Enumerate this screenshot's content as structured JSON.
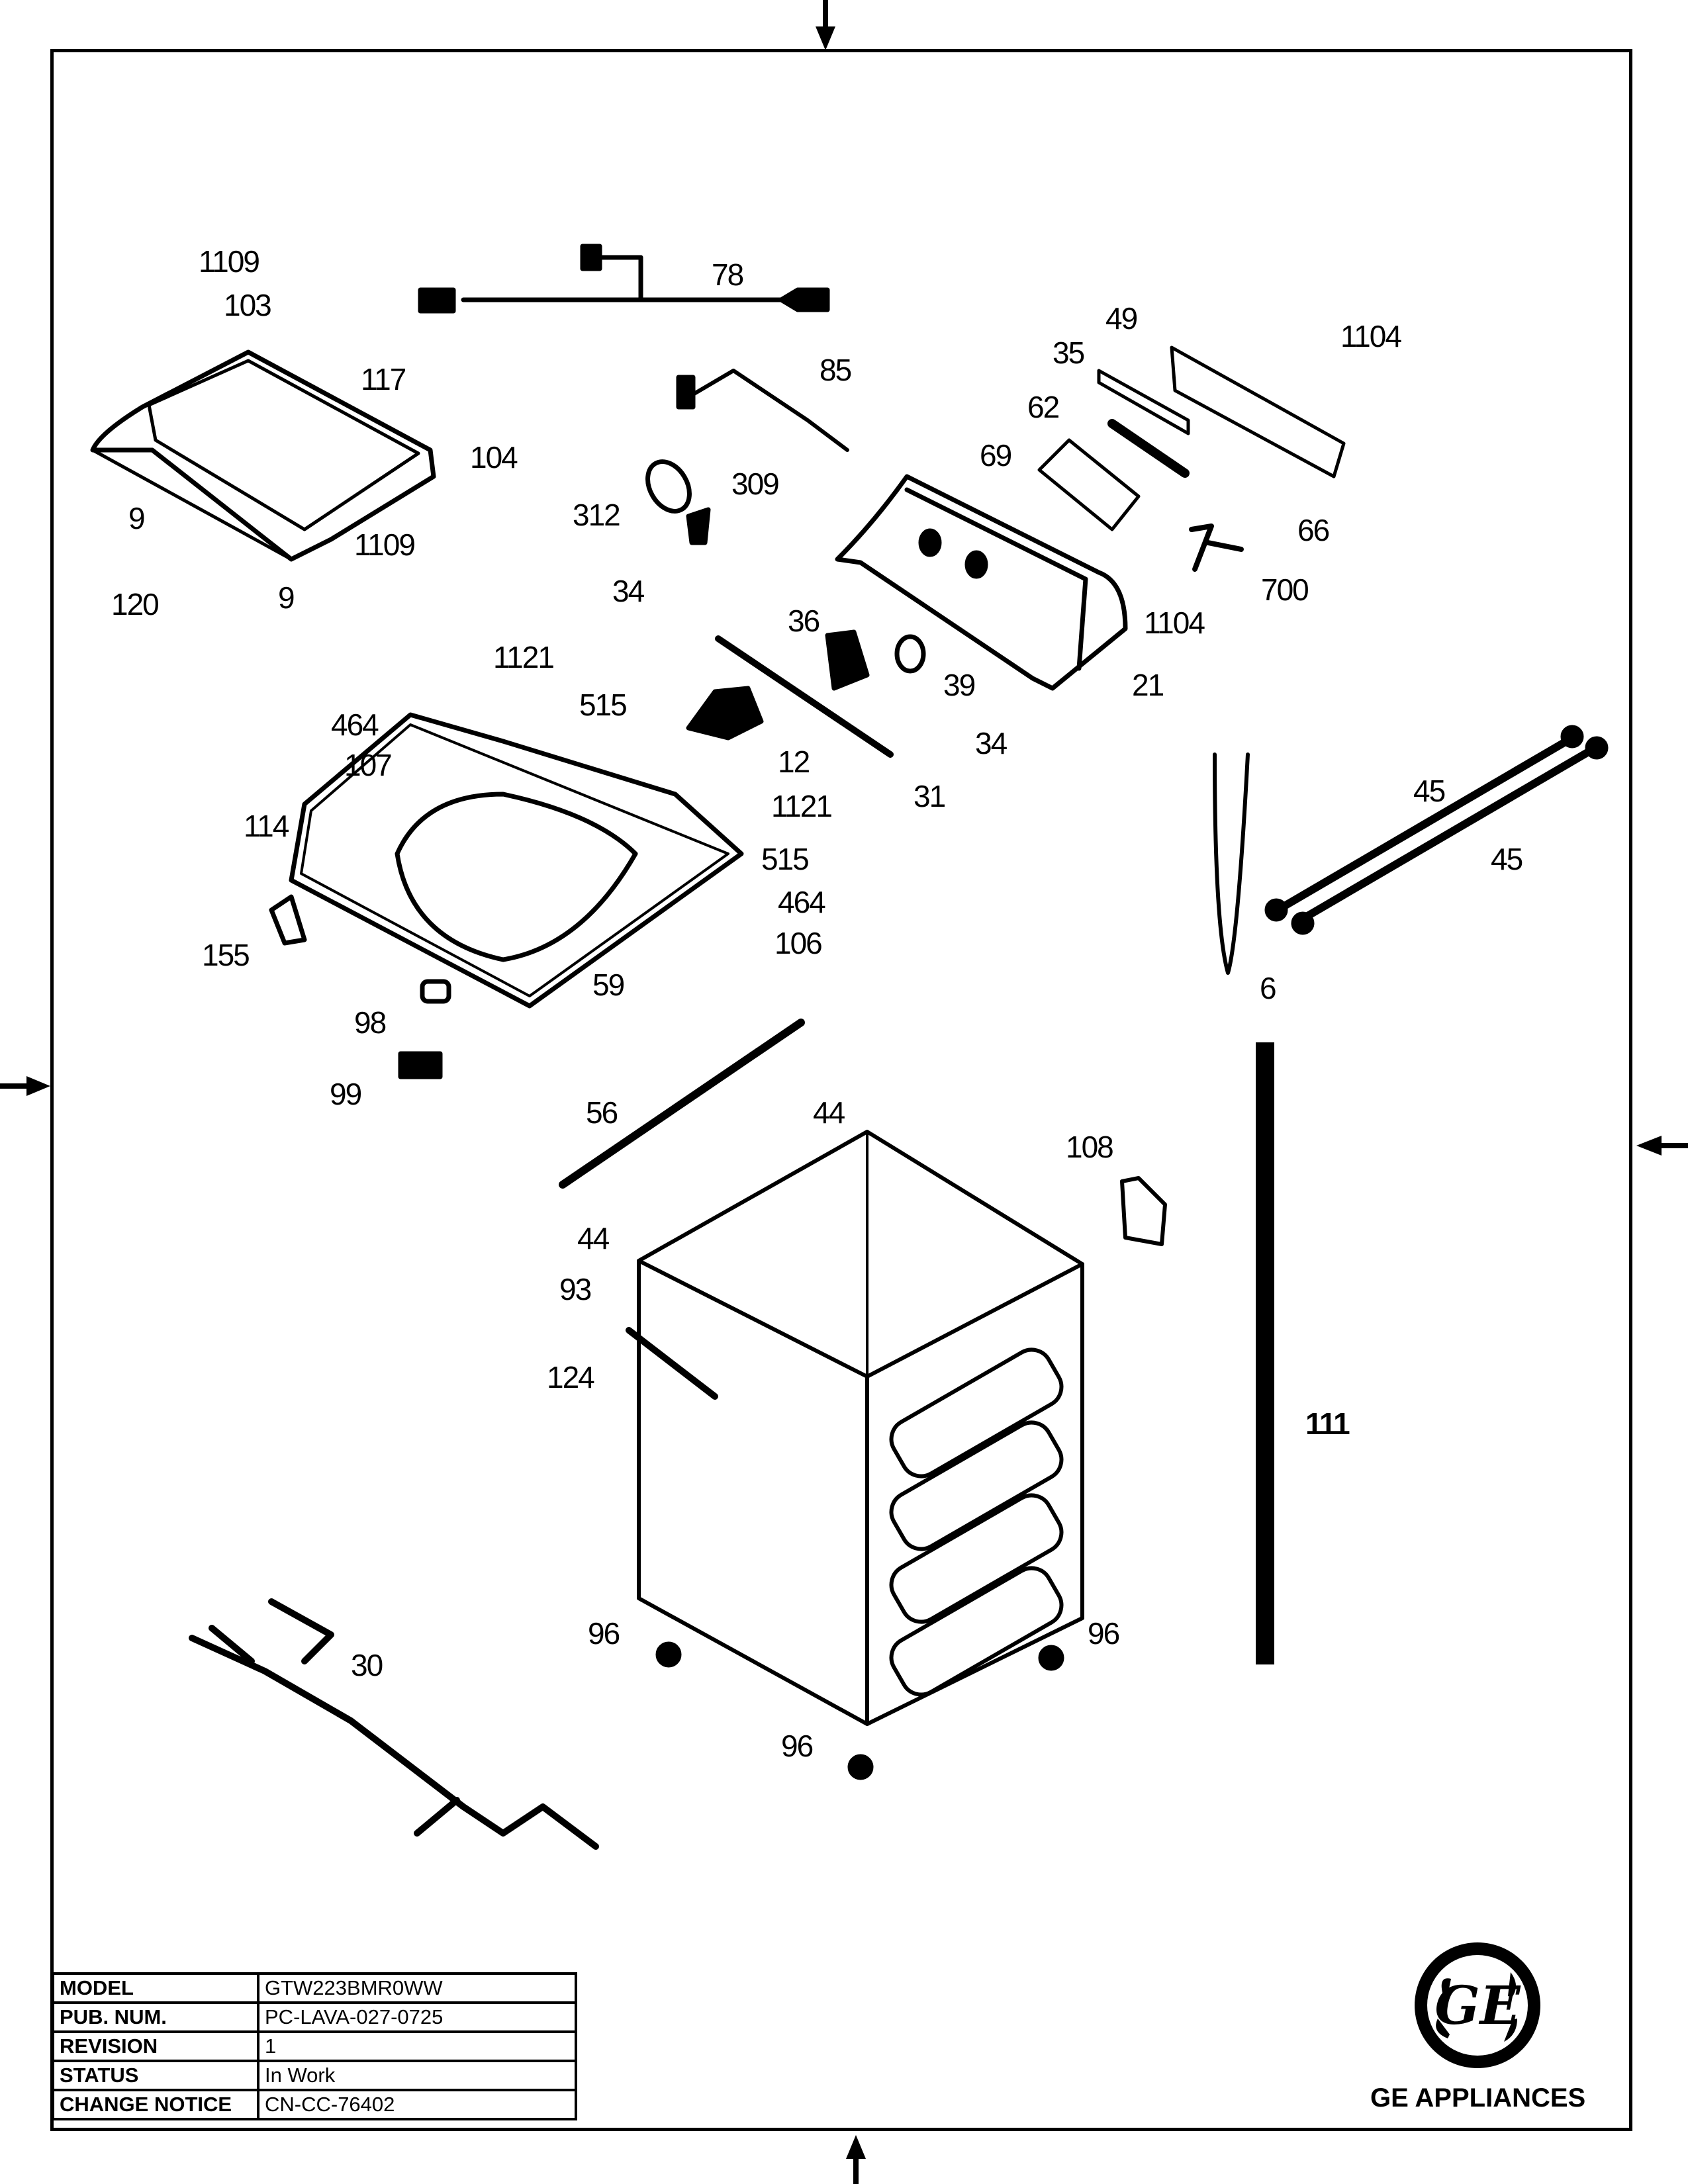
{
  "title_block": {
    "rows": [
      {
        "label": "MODEL",
        "value": "GTW223BMR0WW"
      },
      {
        "label": "PUB. NUM.",
        "value": "PC-LAVA-027-0725"
      },
      {
        "label": "REVISION",
        "value": "1"
      },
      {
        "label": "STATUS",
        "value": "In Work"
      },
      {
        "label": "CHANGE NOTICE",
        "value": "CN-CC-76402"
      }
    ]
  },
  "brand": {
    "logo_icon": "ge-monogram-icon",
    "name": "GE APPLIANCES"
  },
  "callouts": [
    {
      "id": "c1109a",
      "text": "1109"
    },
    {
      "id": "c103",
      "text": "103"
    },
    {
      "id": "c117",
      "text": "117"
    },
    {
      "id": "c104",
      "text": "104"
    },
    {
      "id": "c9a",
      "text": "9"
    },
    {
      "id": "c1109b",
      "text": "1109"
    },
    {
      "id": "c120",
      "text": "120"
    },
    {
      "id": "c9b",
      "text": "9"
    },
    {
      "id": "c78",
      "text": "78"
    },
    {
      "id": "c85",
      "text": "85"
    },
    {
      "id": "c312",
      "text": "312"
    },
    {
      "id": "c309",
      "text": "309"
    },
    {
      "id": "c49",
      "text": "49"
    },
    {
      "id": "c1104a",
      "text": "1104"
    },
    {
      "id": "c35",
      "text": "35"
    },
    {
      "id": "c62",
      "text": "62"
    },
    {
      "id": "c69",
      "text": "69"
    },
    {
      "id": "c66",
      "text": "66"
    },
    {
      "id": "c700",
      "text": "700"
    },
    {
      "id": "c1104b",
      "text": "1104"
    },
    {
      "id": "c21",
      "text": "21"
    },
    {
      "id": "c34a",
      "text": "34"
    },
    {
      "id": "c36",
      "text": "36"
    },
    {
      "id": "c39",
      "text": "39"
    },
    {
      "id": "c1121a",
      "text": "1121"
    },
    {
      "id": "c515a",
      "text": "515"
    },
    {
      "id": "c464a",
      "text": "464"
    },
    {
      "id": "c107",
      "text": "107"
    },
    {
      "id": "c12",
      "text": "12"
    },
    {
      "id": "c34b",
      "text": "34"
    },
    {
      "id": "c31",
      "text": "31"
    },
    {
      "id": "c1121b",
      "text": "1121"
    },
    {
      "id": "c515b",
      "text": "515"
    },
    {
      "id": "c114",
      "text": "114"
    },
    {
      "id": "c464b",
      "text": "464"
    },
    {
      "id": "c155",
      "text": "155"
    },
    {
      "id": "c106",
      "text": "106"
    },
    {
      "id": "c59",
      "text": "59"
    },
    {
      "id": "c98",
      "text": "98"
    },
    {
      "id": "c99",
      "text": "99"
    },
    {
      "id": "c45a",
      "text": "45"
    },
    {
      "id": "c45b",
      "text": "45"
    },
    {
      "id": "c6",
      "text": "6"
    },
    {
      "id": "c56",
      "text": "56"
    },
    {
      "id": "c44a",
      "text": "44"
    },
    {
      "id": "c108",
      "text": "108"
    },
    {
      "id": "c44b",
      "text": "44"
    },
    {
      "id": "c93",
      "text": "93"
    },
    {
      "id": "c124",
      "text": "124"
    },
    {
      "id": "c111",
      "text": "111"
    },
    {
      "id": "c96a",
      "text": "96"
    },
    {
      "id": "c96b",
      "text": "96"
    },
    {
      "id": "c30",
      "text": "30"
    },
    {
      "id": "c96c",
      "text": "96"
    }
  ]
}
